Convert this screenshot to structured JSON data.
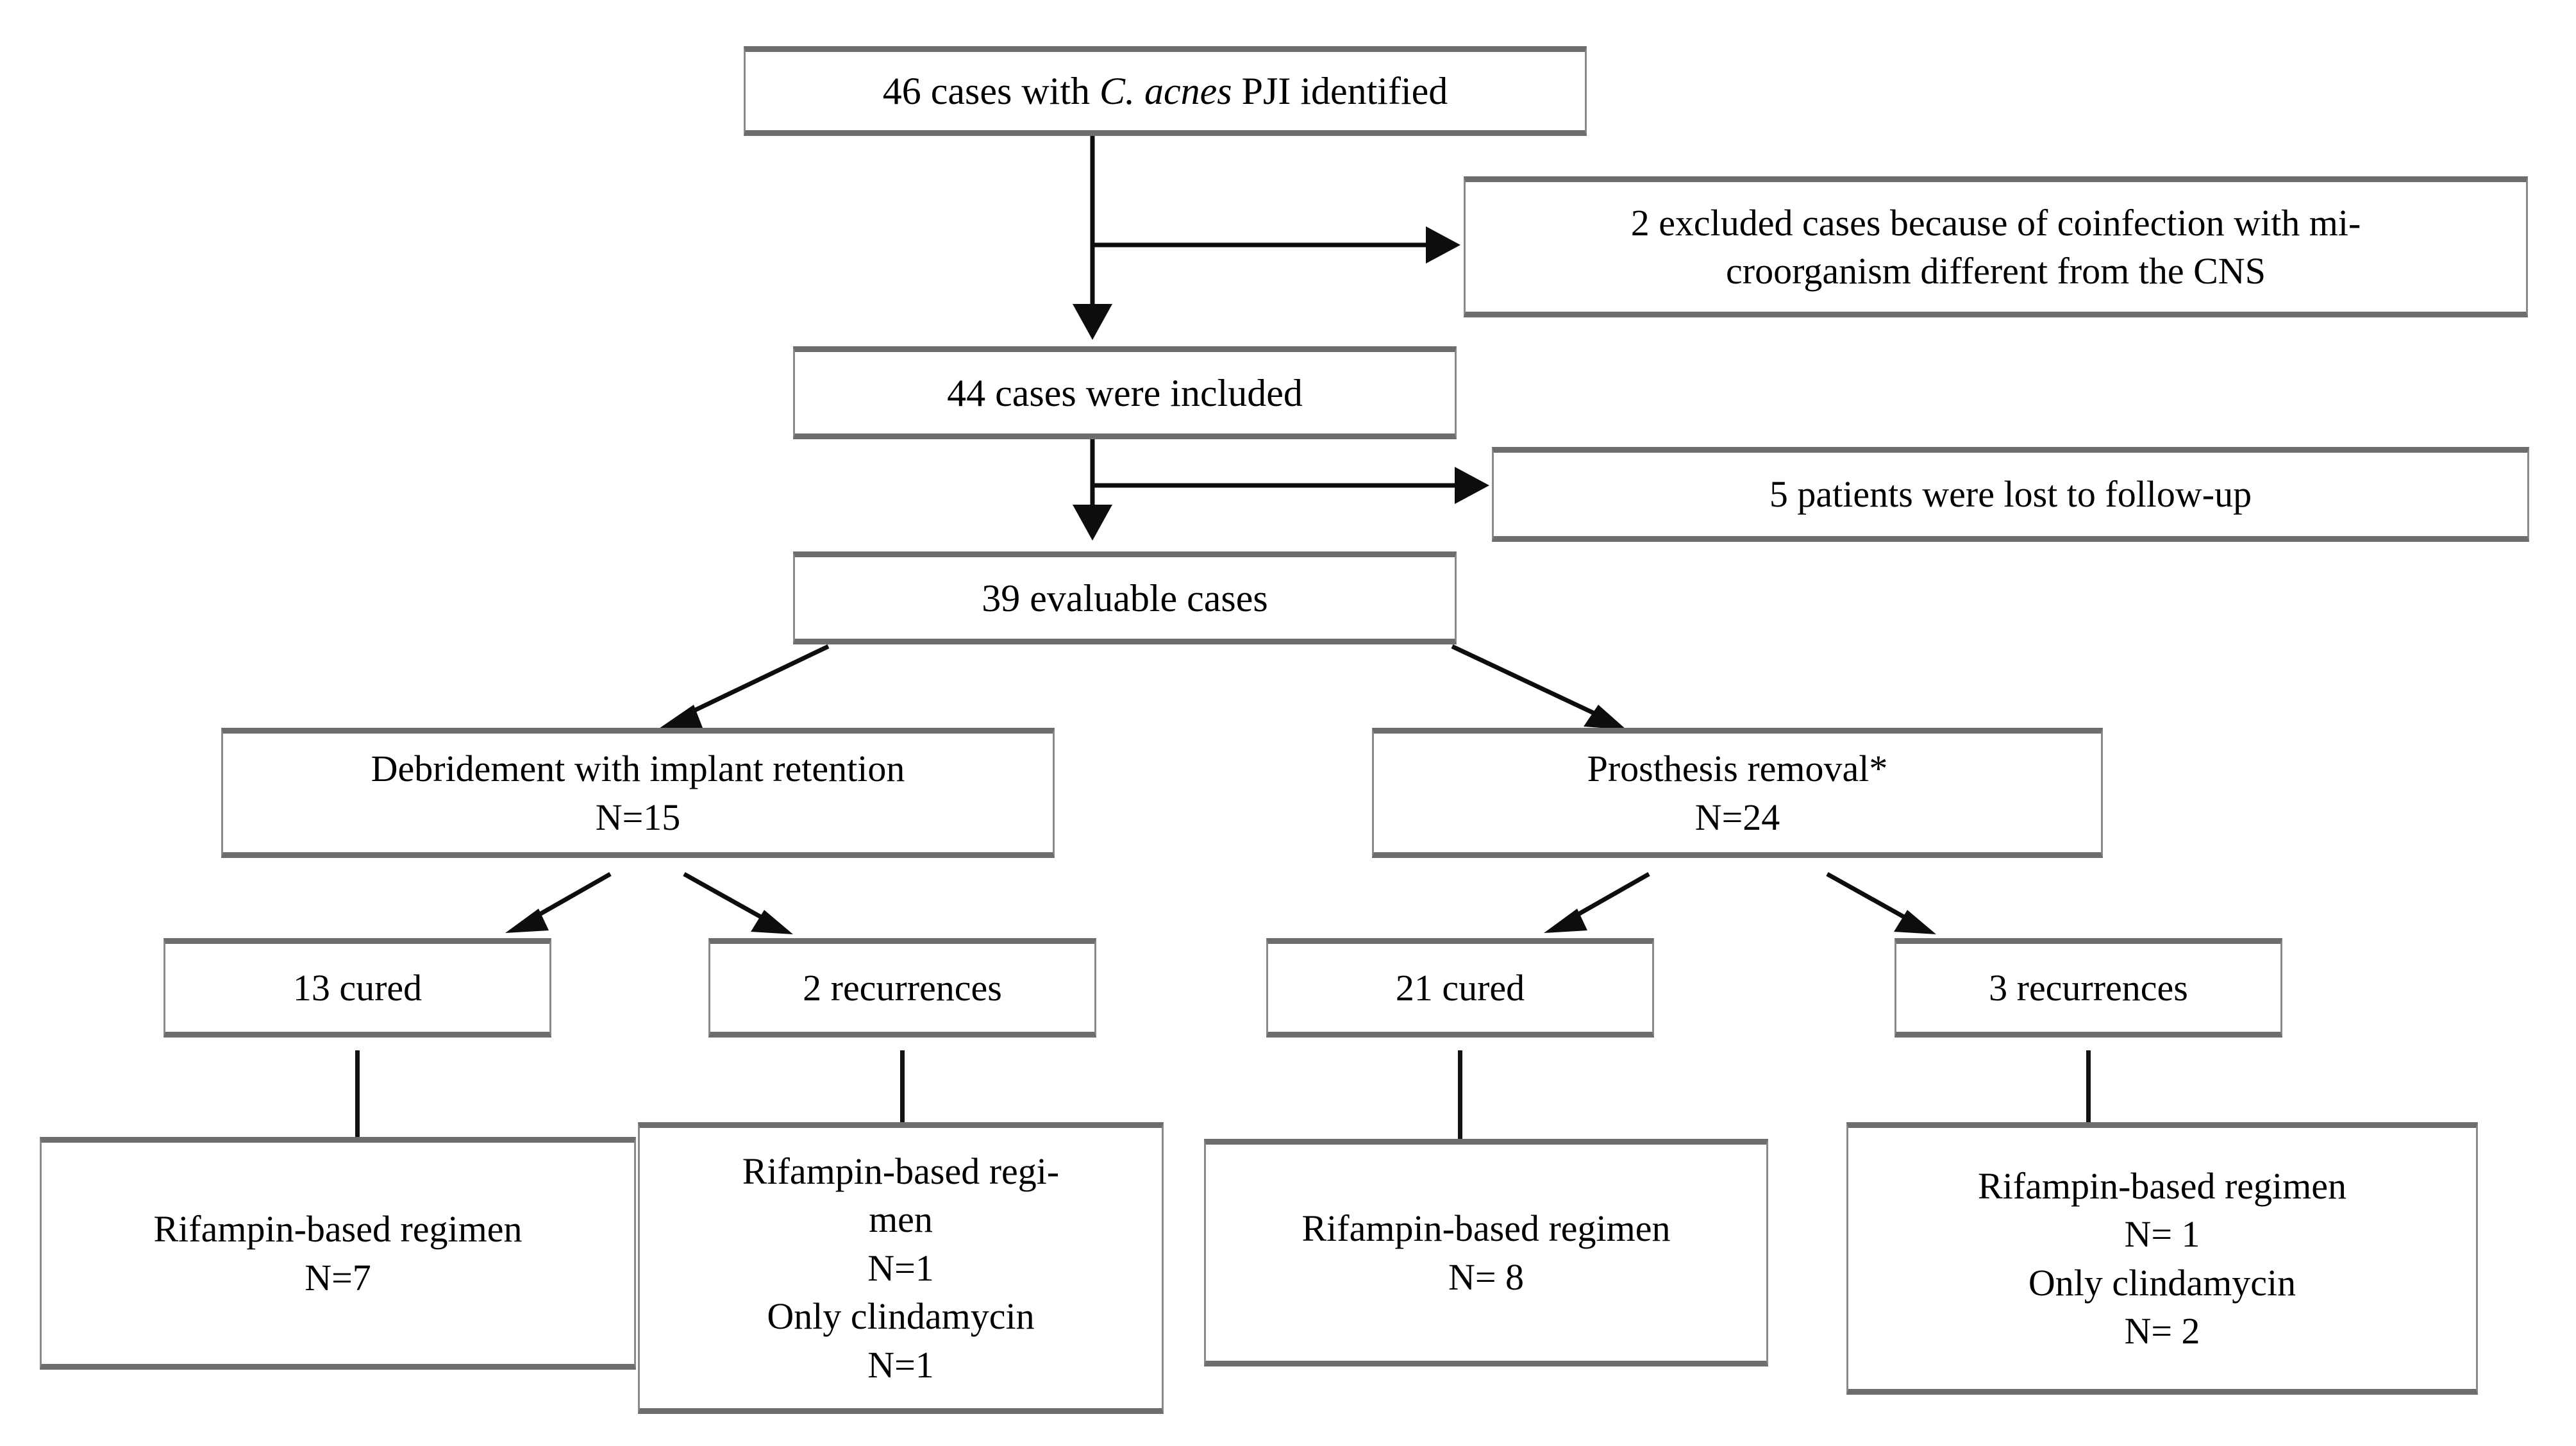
{
  "figure": {
    "kind": "study-flow-diagram",
    "colors": {
      "box_border": "#8a8a8a",
      "box_shadow_edge": "#6d6d6d",
      "connector": "#0d0d0d",
      "background": "#ffffff",
      "text": "#000000"
    }
  },
  "nodes": {
    "identified": {
      "label_pre": "46 cases with ",
      "label_italic": "C. acnes",
      "label_post": " PJI identified"
    },
    "excluded": {
      "label": "2 excluded cases because of coinfection with mi-\ncroorganism different from the CNS"
    },
    "included": {
      "label": "44 cases were included"
    },
    "lost_followup": {
      "label": "5 patients were lost to follow-up"
    },
    "evaluable": {
      "label": "39 evaluable cases"
    },
    "debridement": {
      "label": "Debridement with implant retention\nN=15"
    },
    "prosthesis_removal": {
      "label": "Prosthesis removal*\nN=24"
    },
    "cured_left": {
      "label": "13 cured"
    },
    "recurrences_left": {
      "label": "2 recurrences"
    },
    "cured_right": {
      "label": "21 cured"
    },
    "recurrences_right": {
      "label": "3 recurrences"
    },
    "regimen_cured_left": {
      "label": "Rifampin-based regimen\nN=7"
    },
    "regimen_recurrences_left": {
      "label": "Rifampin-based regi-\nmen\nN=1\nOnly clindamycin\nN=1"
    },
    "regimen_cured_right": {
      "label": "Rifampin-based regimen\nN= 8"
    },
    "regimen_recurrences_right": {
      "label": "Rifampin-based regimen\nN= 1\nOnly clindamycin\nN= 2"
    }
  },
  "chart_data": {
    "type": "flowchart",
    "title": "Patient flow for C. acnes prosthetic joint infection cohort",
    "counts": {
      "identified": 46,
      "excluded": 2,
      "included": 44,
      "lost_to_follow_up": 5,
      "evaluable": 39,
      "debridement_with_implant_retention": 15,
      "prosthesis_removal": 24,
      "cured_after_debridement": 13,
      "recurrences_after_debridement": 2,
      "cured_after_removal": 21,
      "recurrences_after_removal": 3,
      "rifampin_regimen_cured_debridement": 7,
      "rifampin_regimen_recurrence_debridement": 1,
      "clindamycin_only_recurrence_debridement": 1,
      "rifampin_regimen_cured_removal": 8,
      "rifampin_regimen_recurrence_removal": 1,
      "clindamycin_only_recurrence_removal": 2
    },
    "edges": [
      {
        "from": "identified",
        "to": "excluded",
        "style": "arrow-right"
      },
      {
        "from": "identified",
        "to": "included",
        "style": "arrow-down"
      },
      {
        "from": "included",
        "to": "lost_followup",
        "style": "arrow-right"
      },
      {
        "from": "included",
        "to": "evaluable",
        "style": "arrow-down"
      },
      {
        "from": "evaluable",
        "to": "debridement",
        "style": "arrow-diagonal-left"
      },
      {
        "from": "evaluable",
        "to": "prosthesis_removal",
        "style": "arrow-diagonal-right"
      },
      {
        "from": "debridement",
        "to": "cured_left",
        "style": "arrow-diagonal-left"
      },
      {
        "from": "debridement",
        "to": "recurrences_left",
        "style": "arrow-diagonal-right"
      },
      {
        "from": "prosthesis_removal",
        "to": "cured_right",
        "style": "arrow-diagonal-left"
      },
      {
        "from": "prosthesis_removal",
        "to": "recurrences_right",
        "style": "arrow-diagonal-right"
      },
      {
        "from": "cured_left",
        "to": "regimen_cured_left",
        "style": "line"
      },
      {
        "from": "recurrences_left",
        "to": "regimen_recurrences_left",
        "style": "line"
      },
      {
        "from": "cured_right",
        "to": "regimen_cured_right",
        "style": "line"
      },
      {
        "from": "recurrences_right",
        "to": "regimen_recurrences_right",
        "style": "line"
      }
    ]
  }
}
